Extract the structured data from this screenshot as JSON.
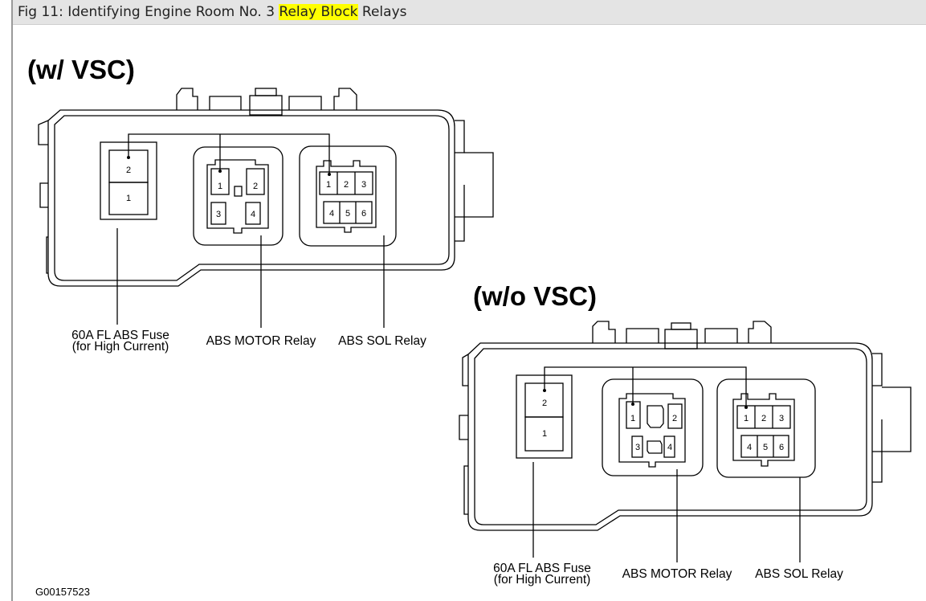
{
  "header": {
    "title_prefix": "Fig 11: Identifying Engine Room No. 3 ",
    "title_highlight": "Relay Block",
    "title_suffix": " Relays",
    "highlight_color": "#ffff00"
  },
  "diagram": {
    "variant_with_vsc": {
      "title": "(w/ VSC)",
      "fuse_pins": [
        "2",
        "1"
      ],
      "motor_relay_pins": [
        "1",
        "2",
        "3",
        "4"
      ],
      "sol_relay_pins": [
        "1",
        "2",
        "3",
        "4",
        "5",
        "6"
      ],
      "labels": {
        "fuse_line1": "60A FL ABS Fuse",
        "fuse_line2": "(for High Current)",
        "motor": "ABS MOTOR Relay",
        "sol": "ABS SOL Relay"
      }
    },
    "variant_without_vsc": {
      "title": "(w/o VSC)",
      "fuse_pins": [
        "2",
        "1"
      ],
      "motor_relay_pins": [
        "1",
        "2",
        "3",
        "4"
      ],
      "sol_relay_pins": [
        "1",
        "2",
        "3",
        "4",
        "5",
        "6"
      ],
      "labels": {
        "fuse_line1": "60A FL ABS Fuse",
        "fuse_line2": "(for High Current)",
        "motor": "ABS MOTOR Relay",
        "sol": "ABS SOL Relay"
      }
    },
    "figure_code": "G00157523"
  }
}
